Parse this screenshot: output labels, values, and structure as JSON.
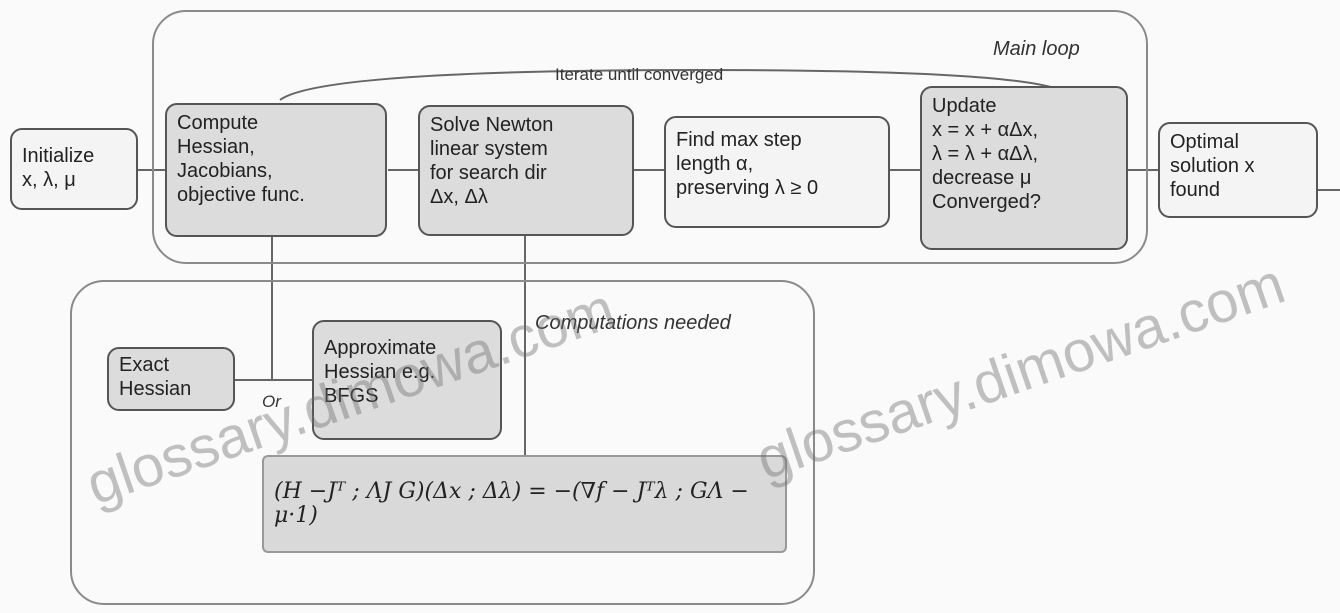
{
  "groups": {
    "main_label": "Main loop",
    "comp_label": "Computations needed"
  },
  "loop_label": "Iterate until converged",
  "boxes": {
    "init": "Initialize\nx, λ, μ",
    "compute": "Compute\nHessian,\nJacobians,\nobjective func.",
    "solve": "Solve Newton\nlinear system\nfor search dir\nΔx, Δλ",
    "step": "Find max step\nlength α,\npreserving λ ≥ 0",
    "update": "Update\nx = x + αΔx,\nλ = λ + αΔλ,\ndecrease μ\nConverged?",
    "optimal": "Optimal\nsolution x\nfound",
    "exact": "Exact\nHessian",
    "approx": "Approximate\nHessian e.g.\nBFGS"
  },
  "or_label": "Or",
  "equation": "(H  −Jᵀ ; ΛJ  G)(Δx ; Δλ) = −(∇f − Jᵀλ ; GΛ − μ·1)",
  "watermarks": [
    "glossary.dimowa.com",
    "glossary.dimowa.com"
  ]
}
